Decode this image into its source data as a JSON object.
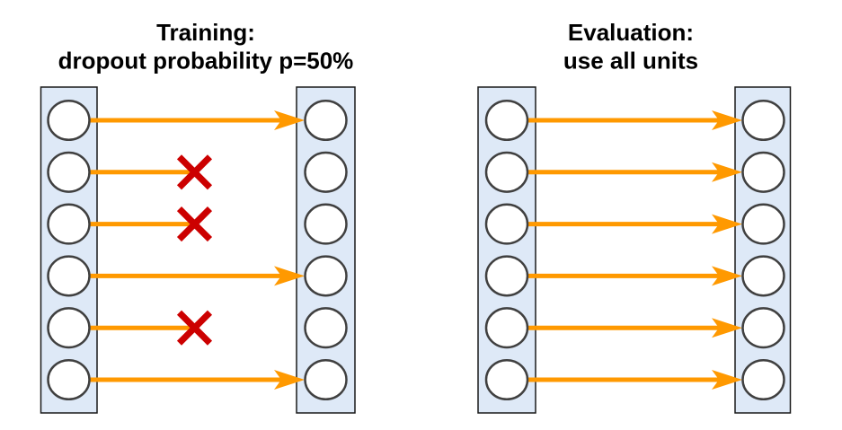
{
  "figure": {
    "background": "#FFFFFF",
    "panels": [
      {
        "id": "training",
        "title_line1": "Training:",
        "title_line2": "dropout probability p=50%",
        "units_per_layer": 6,
        "layers": [
          "input-layer",
          "output-layer"
        ],
        "connections": [
          "active",
          "dropped",
          "dropped",
          "active",
          "dropped",
          "active"
        ]
      },
      {
        "id": "evaluation",
        "title_line1": "Evaluation:",
        "title_line2": "use all units",
        "units_per_layer": 6,
        "layers": [
          "input-layer",
          "output-layer"
        ],
        "connections": [
          "active",
          "active",
          "active",
          "active",
          "active",
          "active"
        ]
      }
    ],
    "colors": {
      "arrow": "#FF9900",
      "dropped_mark": "#CC0000",
      "layer_fill": "#DEE9F7",
      "layer_border": "#1A1A1A",
      "unit_fill": "#FFFFFF",
      "unit_border": "#404040",
      "title_text": "#000000"
    }
  }
}
